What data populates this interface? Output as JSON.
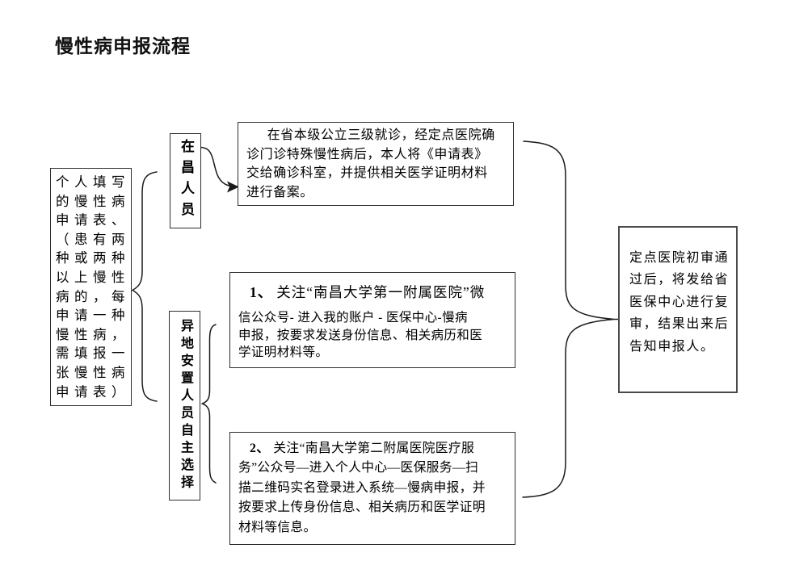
{
  "title": "慢性病申报流程",
  "colors": {
    "background": "#ffffff",
    "line": "#1a1a1a",
    "text": "#000000",
    "border": "#2e2e2e"
  },
  "nodes": {
    "personal_form": {
      "text": "个人填写\n的慢性病\n申请表、\n（患有两\n种或两种\n以上慢性\n病的，每\n申请一种\n慢性病，\n需填报一\n张慢性病\n申请表）"
    },
    "local": {
      "text": "在昌人员"
    },
    "remote": {
      "text": "异地安置人员自主选择"
    },
    "hospital": {
      "text": "在省本级公立三级就诊，经定点医院确\n诊门诊特殊慢性病后，本人将《申请表》\n交给确诊科室，并提供相关医学证明材料\n进行备案。"
    },
    "option1": {
      "number": "1、",
      "first_line": "关注“南昌大学第一附属医院”微",
      "rest": "信公众号- 进入我的账户 - 医保中心-慢病\n申报，按要求发送身份信息、相关病历和医\n学证明材料等。"
    },
    "option2": {
      "number": "2、",
      "first_line": "关注“南昌大学第二附属医院医疗服",
      "rest": "务”公众号—进入个人中心—医保服务—扫\n描二维码实名登录进入系统—慢病申报，并\n按要求上传身份信息、相关病历和医学证明\n材料等信息。"
    },
    "review": {
      "text": "定点医院初审通\n过后，将发给省\n医保中心进行复\n审，结果出来后\n告知申报人。"
    }
  }
}
